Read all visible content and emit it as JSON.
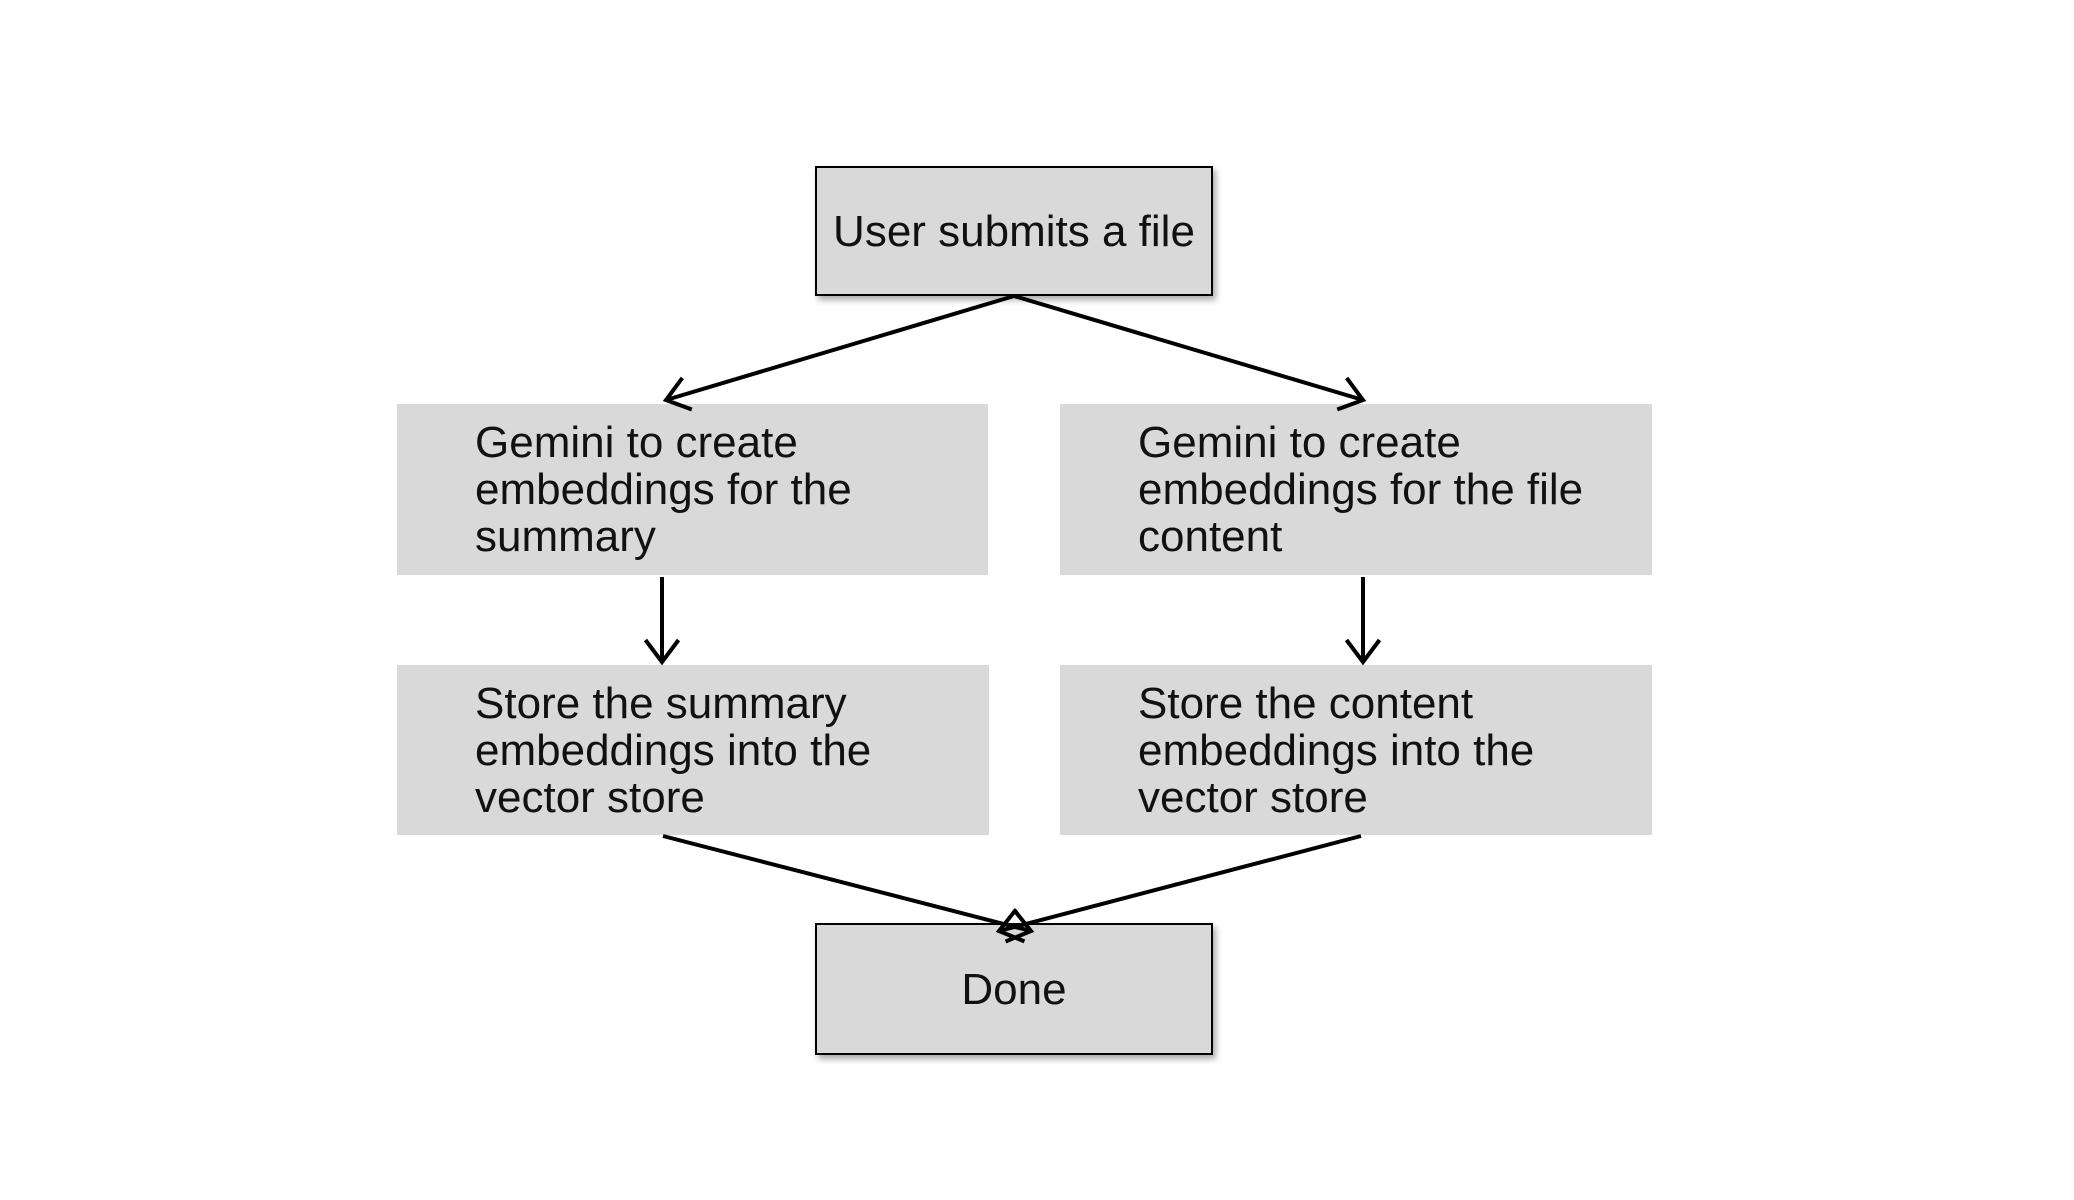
{
  "diagram": {
    "type": "flowchart",
    "background_color": "#ffffff",
    "node_fill_color": "#d9d9d9",
    "node_border_color": "#000000",
    "arrow_color": "#000000",
    "text_color": "#111111",
    "nodes": {
      "start": {
        "label": "User submits a file"
      },
      "embed_summary": {
        "label": "Gemini to create\nembeddings for the\nsummary"
      },
      "embed_content": {
        "label": "Gemini to create\nembeddings for the file\ncontent"
      },
      "store_summary": {
        "label": "Store the summary\nembeddings into the\nvector store"
      },
      "store_content": {
        "label": "Store the content\nembeddings into the\nvector store"
      },
      "done": {
        "label": "Done"
      }
    },
    "edges": [
      {
        "from": "start",
        "to": "embed_summary"
      },
      {
        "from": "start",
        "to": "embed_content"
      },
      {
        "from": "embed_summary",
        "to": "store_summary"
      },
      {
        "from": "embed_content",
        "to": "store_content"
      },
      {
        "from": "store_summary",
        "to": "done"
      },
      {
        "from": "store_content",
        "to": "done"
      }
    ]
  }
}
